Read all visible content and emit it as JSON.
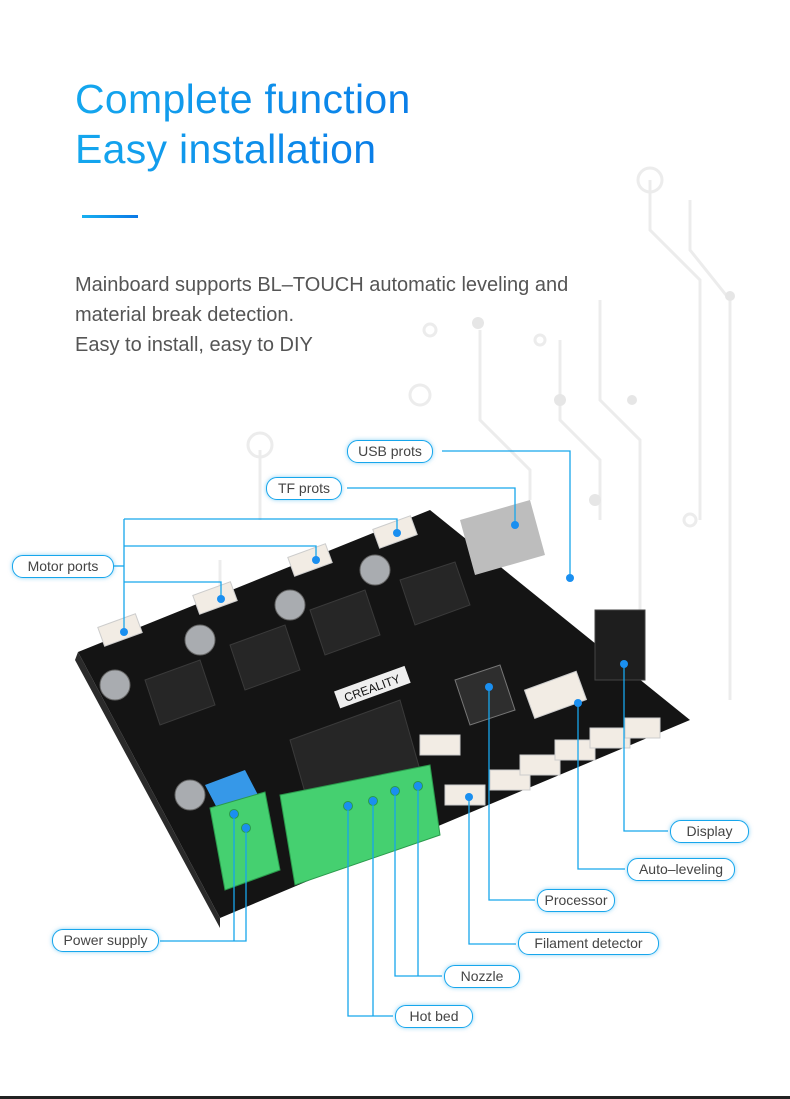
{
  "heading": {
    "line1": "Complete function",
    "line2": "Easy installation"
  },
  "description": [
    "Mainboard supports BL–TOUCH automatic leveling and",
    "material break detection.",
    "Easy to install, easy to DIY"
  ],
  "board": {
    "brand": "CREALITY"
  },
  "callouts": {
    "usb": "USB prots",
    "tf": "TF prots",
    "motor": "Motor ports",
    "display": "Display",
    "auto_leveling": "Auto–leveling",
    "processor": "Processor",
    "filament": "Filament detector",
    "nozzle": "Nozzle",
    "hot_bed": "Hot bed",
    "power": "Power supply"
  },
  "colors": {
    "accent": "#17a6ec",
    "title": "#0a8fe8",
    "board": "#141414",
    "terminal": "#3fcf6a"
  }
}
